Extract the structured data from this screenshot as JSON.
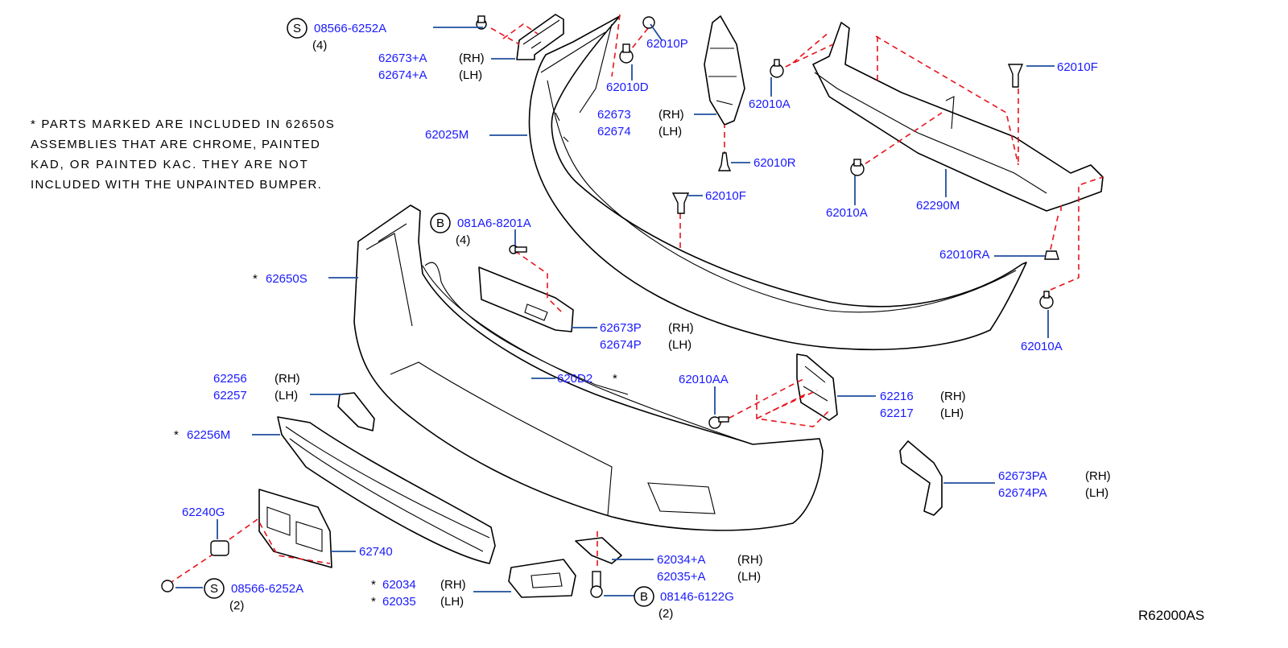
{
  "colors": {
    "part_number": "#1a1aff",
    "leader": "#1f4e9e",
    "dashed": "#e8141c",
    "line": "#000000"
  },
  "note": [
    "* PARTS MARKED ARE INCLUDED IN 62650S",
    "ASSEMBLIES THAT ARE CHROME, PAINTED",
    "KAD, OR PAINTED KAC. THEY ARE NOT",
    "INCLUDED WITH THE UNPAINTED BUMPER."
  ],
  "diagram_code": "R62000AS",
  "symbols": {
    "s": "S",
    "b": "B"
  },
  "asterisk": "*",
  "labels": {
    "p08566_top": "08566-6252A",
    "q4_top": "(4)",
    "p62673a": "62673+A",
    "p62674a": "62674+A",
    "p62010p": "62010P",
    "p62010d": "62010D",
    "p62025m": "62025M",
    "p62673": "62673",
    "p62674": "62674",
    "p62010a_1": "62010A",
    "p62010r": "62010R",
    "p62010f_1": "62010F",
    "p62010f_2": "62010F",
    "p62010a_2": "62010A",
    "p62290m": "62290M",
    "p62010ra": "62010RA",
    "p62010a_3": "62010A",
    "p081a6": "081A6-8201A",
    "q4_b": "(4)",
    "p62650s": "62650S",
    "p62673p": "62673P",
    "p62674p": "62674P",
    "p620d2": "620D2",
    "p62256": "62256",
    "p62257": "62257",
    "p62256m": "62256M",
    "p62010aa": "62010AA",
    "p62216": "62216",
    "p62217": "62217",
    "p62673pa": "62673PA",
    "p62674pa": "62674PA",
    "p62240g": "62240G",
    "p62740": "62740",
    "p08566_bot": "08566-6252A",
    "q2_s": "(2)",
    "p62034a": "62034+A",
    "p62035a": "62035+A",
    "p62034": "62034",
    "p62035": "62035",
    "p08146": "08146-6122G",
    "q2_b": "(2)"
  },
  "sides": {
    "rh": "(RH)",
    "lh": "(LH)"
  }
}
